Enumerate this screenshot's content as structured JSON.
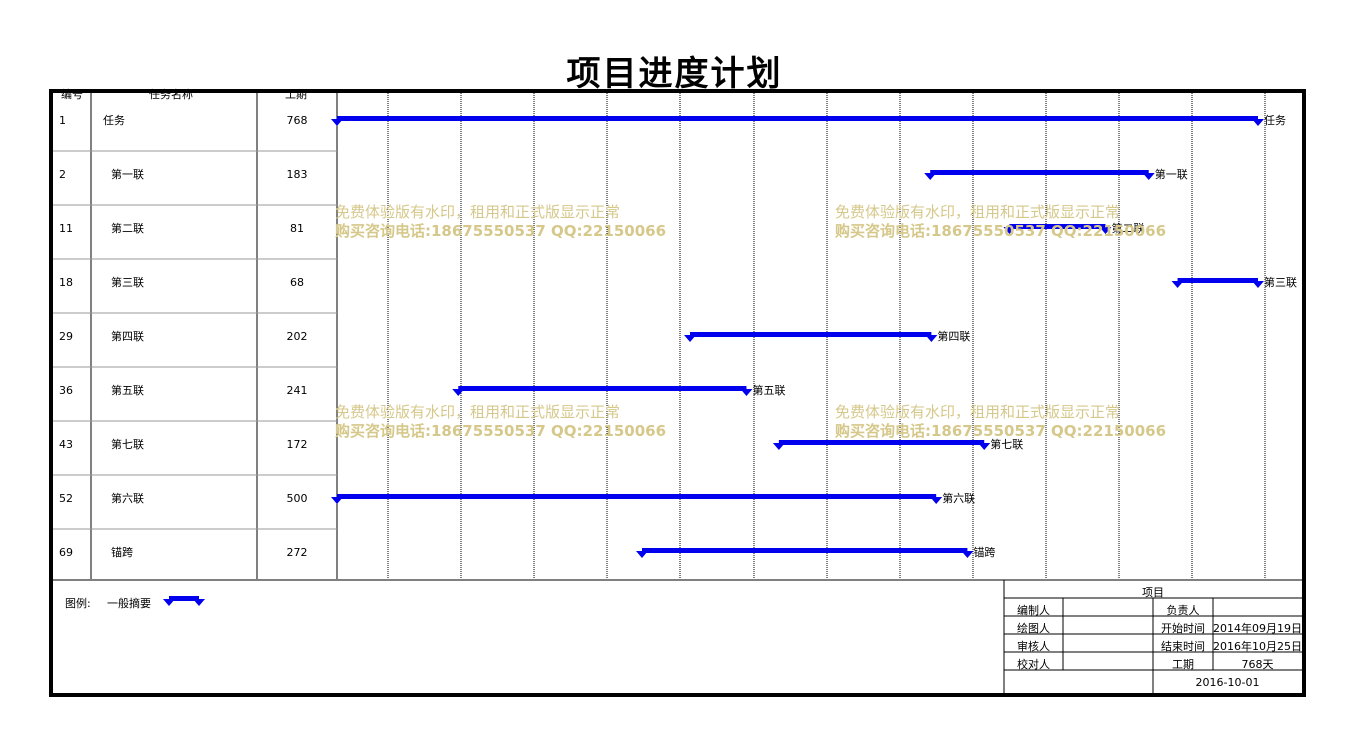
{
  "title": "项目进度计划",
  "table": {
    "headers": {
      "id": "编号",
      "name": "任务名称",
      "duration": "工期"
    },
    "rows": [
      {
        "id": "1",
        "name": "任务",
        "duration": "768",
        "indent": 0
      },
      {
        "id": "2",
        "name": "第一联",
        "duration": "183",
        "indent": 1
      },
      {
        "id": "11",
        "name": "第二联",
        "duration": "81",
        "indent": 1
      },
      {
        "id": "18",
        "name": "第三联",
        "duration": "68",
        "indent": 1
      },
      {
        "id": "29",
        "name": "第四联",
        "duration": "202",
        "indent": 1
      },
      {
        "id": "36",
        "name": "第五联",
        "duration": "241",
        "indent": 1
      },
      {
        "id": "43",
        "name": "第七联",
        "duration": "172",
        "indent": 1
      },
      {
        "id": "52",
        "name": "第六联",
        "duration": "500",
        "indent": 1
      },
      {
        "id": "69",
        "name": "锚跨",
        "duration": "272",
        "indent": 1
      }
    ]
  },
  "chart_data": {
    "type": "gantt",
    "x_range": [
      "2014-09-19",
      "2016-10-25"
    ],
    "timeline_columns": 13,
    "tasks": [
      {
        "name": "任务",
        "start": "2014-09-19",
        "end": "2016-10-25",
        "duration_days": 768
      },
      {
        "name": "第一联",
        "start": "2016-01-26",
        "end": "2016-07-26",
        "duration_days": 183
      },
      {
        "name": "第二联",
        "start": "2016-04-01",
        "end": "2016-06-20",
        "duration_days": 81
      },
      {
        "name": "第三联",
        "start": "2016-08-19",
        "end": "2016-10-25",
        "duration_days": 68
      },
      {
        "name": "第四联",
        "start": "2015-07-10",
        "end": "2016-01-27",
        "duration_days": 202
      },
      {
        "name": "第五联",
        "start": "2014-12-29",
        "end": "2015-08-26",
        "duration_days": 241
      },
      {
        "name": "第七联",
        "start": "2015-09-22",
        "end": "2016-03-11",
        "duration_days": 172
      },
      {
        "name": "第六联",
        "start": "2014-09-19",
        "end": "2016-01-31",
        "duration_days": 500
      },
      {
        "name": "锚跨",
        "start": "2015-05-31",
        "end": "2016-02-26",
        "duration_days": 272
      }
    ]
  },
  "watermark": {
    "line1": "免费体验版有水印，租用和正式版显示正常",
    "line2": "购买咨询电话:18675550537 QQ:22150066"
  },
  "legend": {
    "label": "图例:",
    "item": "一般摘要"
  },
  "info_block": {
    "project_label": "项目",
    "compiler_label": "编制人",
    "owner_label": "负责人",
    "drafter_label": "绘图人",
    "start_label": "开始时间",
    "start_value": "2014年09月19日",
    "reviewer_label": "审核人",
    "end_label": "结束时间",
    "end_value": "2016年10月25日",
    "checker_label": "校对人",
    "duration_label": "工期",
    "duration_value": "768天",
    "date": "2016-10-01"
  },
  "colors": {
    "bar": "#0000ee",
    "watermark": "#d6c88a",
    "grid": "#000000"
  }
}
